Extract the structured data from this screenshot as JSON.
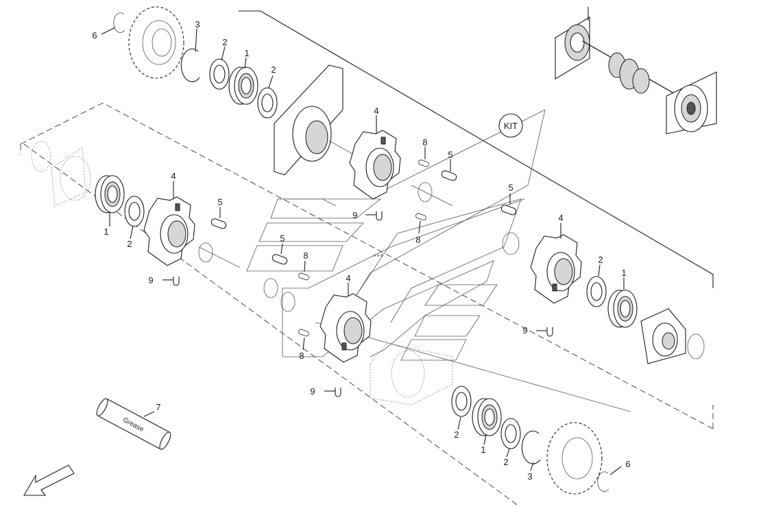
{
  "diagram": {
    "kit_label": "KIT",
    "grease_text": "Grease",
    "callouts": {
      "c6_top": "6",
      "c3_top": "3",
      "c2_top_a": "2",
      "c1_top": "1",
      "c2_top_b": "2",
      "c4_upper": "4",
      "c8_upper": "8",
      "c5_upper": "5",
      "c9_upper": "9",
      "c5_right": "5",
      "c8_mid": "8",
      "c4_left": "4",
      "c1_left": "1",
      "c2_left": "2",
      "c5_left": "5",
      "c9_left": "9",
      "c5_center": "5",
      "c8_center": "8",
      "c4_center": "4",
      "c8_lower": "8",
      "c9_center": "9",
      "c4_right": "4",
      "c2_right": "2",
      "c1_right": "1",
      "c9_right": "9",
      "c7": "7",
      "c2_bottom_a": "2",
      "c1_bottom": "1",
      "c2_bottom_b": "2",
      "c3_bottom": "3",
      "c6_bottom": "6"
    }
  }
}
